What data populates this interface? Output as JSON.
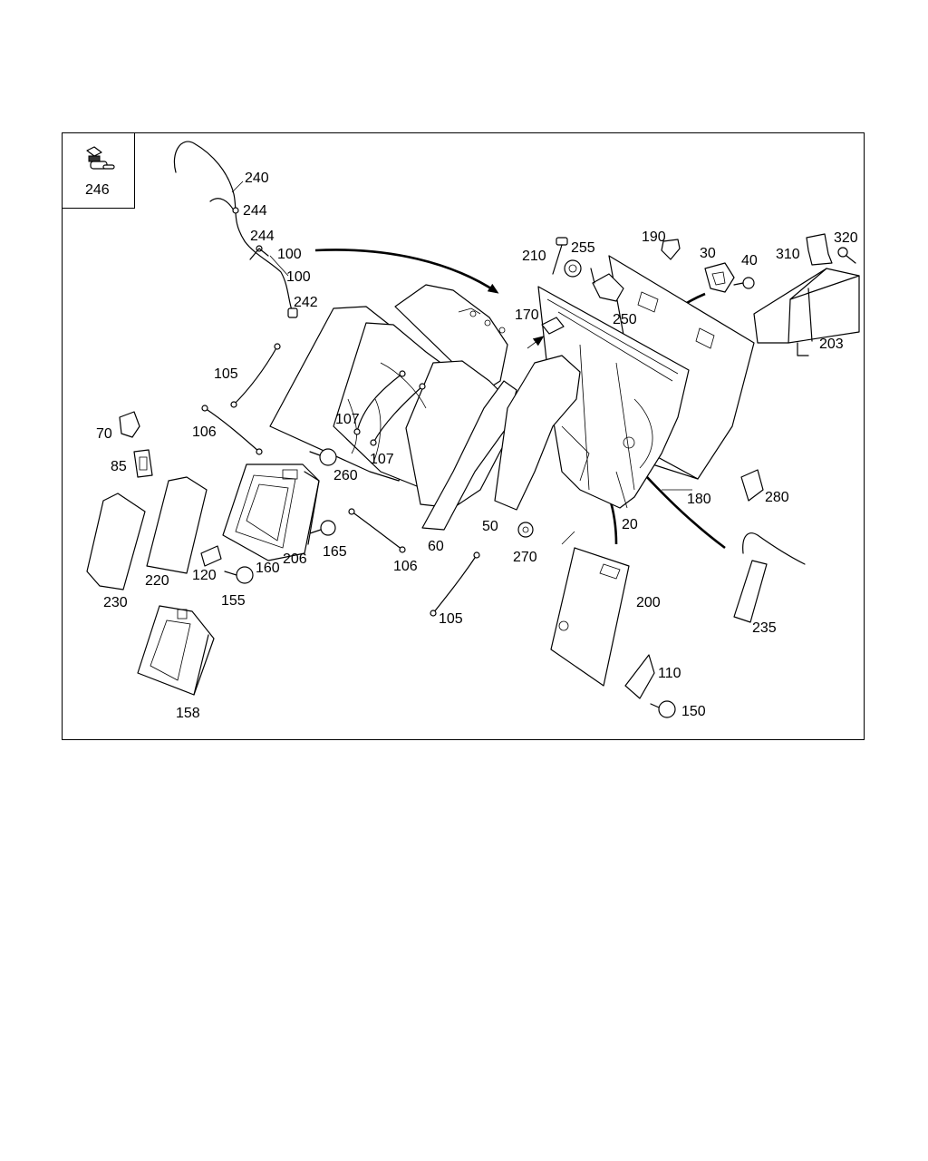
{
  "diagram": {
    "inset_label": "246",
    "callouts": [
      {
        "id": "c240",
        "text": "240"
      },
      {
        "id": "c244a",
        "text": "244"
      },
      {
        "id": "c244b",
        "text": "244"
      },
      {
        "id": "c100a",
        "text": "100"
      },
      {
        "id": "c100b",
        "text": "100"
      },
      {
        "id": "c242",
        "text": "242"
      },
      {
        "id": "c210",
        "text": "210"
      },
      {
        "id": "c255",
        "text": "255"
      },
      {
        "id": "c190",
        "text": "190"
      },
      {
        "id": "c30",
        "text": "30"
      },
      {
        "id": "c40",
        "text": "40"
      },
      {
        "id": "c310",
        "text": "310"
      },
      {
        "id": "c320",
        "text": "320"
      },
      {
        "id": "c170",
        "text": "170"
      },
      {
        "id": "c250",
        "text": "250"
      },
      {
        "id": "c203",
        "text": "203"
      },
      {
        "id": "c105a",
        "text": "105"
      },
      {
        "id": "c107a",
        "text": "107"
      },
      {
        "id": "c107b",
        "text": "107"
      },
      {
        "id": "c70",
        "text": "70"
      },
      {
        "id": "c106a",
        "text": "106"
      },
      {
        "id": "c260",
        "text": "260"
      },
      {
        "id": "c85",
        "text": "85"
      },
      {
        "id": "c180",
        "text": "180"
      },
      {
        "id": "c280",
        "text": "280"
      },
      {
        "id": "c50",
        "text": "50"
      },
      {
        "id": "c20",
        "text": "20"
      },
      {
        "id": "c220",
        "text": "220"
      },
      {
        "id": "c160",
        "text": "160"
      },
      {
        "id": "c206",
        "text": "206"
      },
      {
        "id": "c165",
        "text": "165"
      },
      {
        "id": "c120",
        "text": "120"
      },
      {
        "id": "c60",
        "text": "60"
      },
      {
        "id": "c270",
        "text": "270"
      },
      {
        "id": "c106b",
        "text": "106"
      },
      {
        "id": "c230",
        "text": "230"
      },
      {
        "id": "c155",
        "text": "155"
      },
      {
        "id": "c200",
        "text": "200"
      },
      {
        "id": "c105b",
        "text": "105"
      },
      {
        "id": "c235",
        "text": "235"
      },
      {
        "id": "c110",
        "text": "110"
      },
      {
        "id": "c150",
        "text": "150"
      },
      {
        "id": "c158",
        "text": "158"
      }
    ]
  }
}
